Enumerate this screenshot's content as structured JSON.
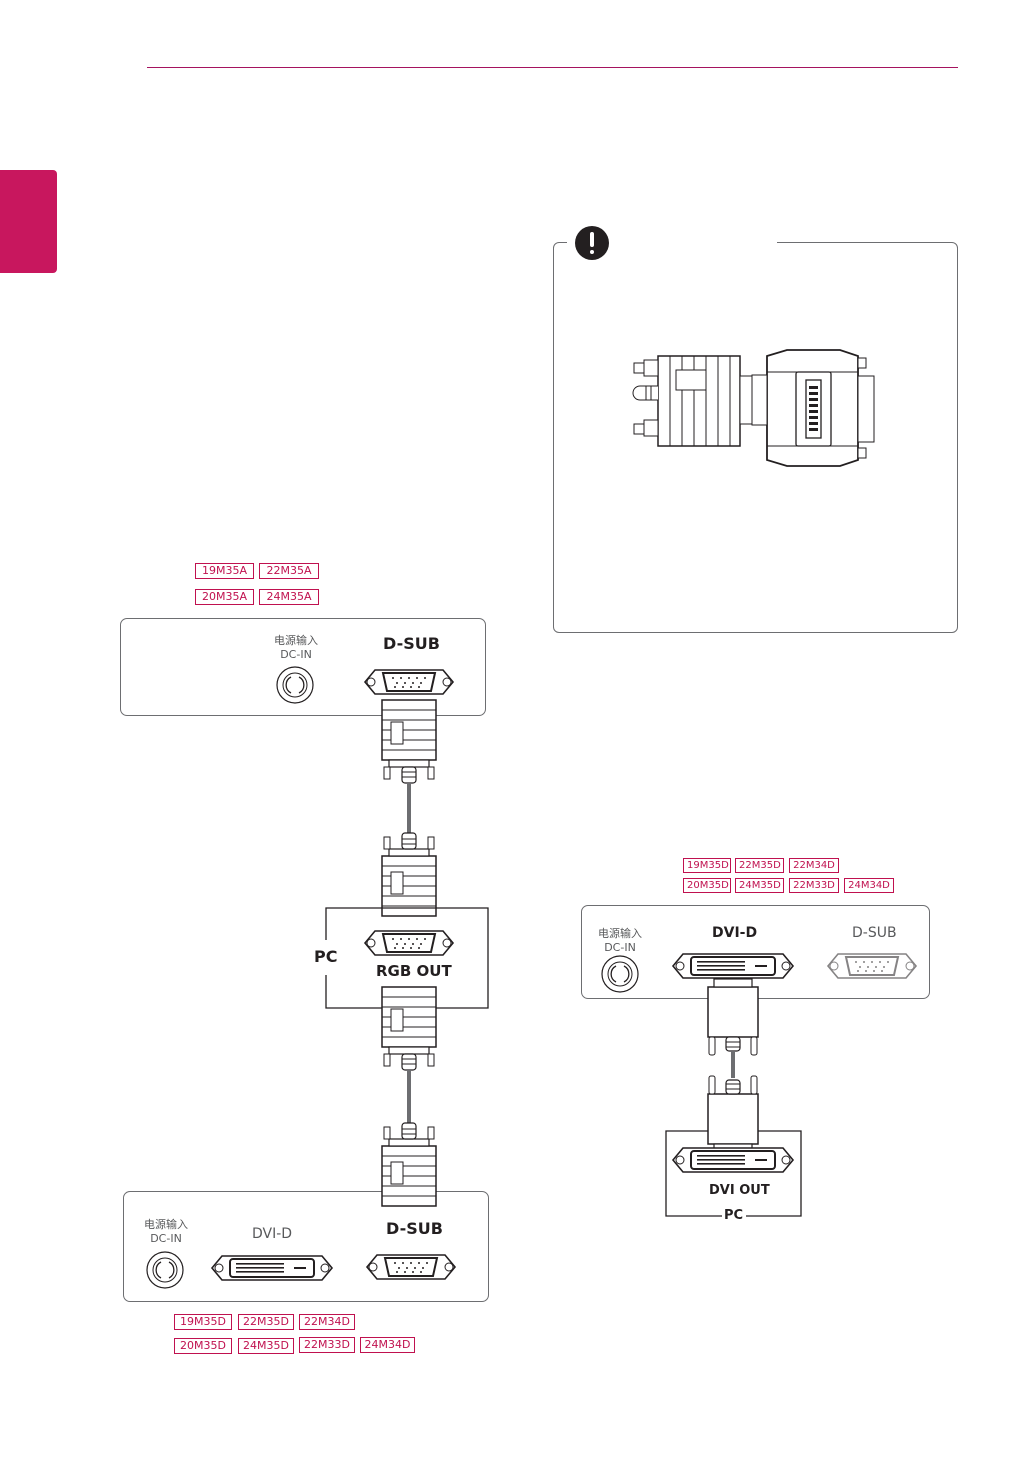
{
  "header": {
    "accent": "#a5135f"
  },
  "left_diagram": {
    "top_models": [
      "19M35A",
      "22M35A",
      "20M35A",
      "24M35A"
    ],
    "monitor_top": {
      "power_label_cn": "电源输入",
      "power_label_en": "DC-IN",
      "port_label": "D-SUB"
    },
    "pc": {
      "pc_label": "PC",
      "out_label": "RGB OUT"
    },
    "monitor_bottom": {
      "power_label_cn": "电源输入",
      "power_label_en": "DC-IN",
      "dvi_label": "DVI-D",
      "dsub_label": "D-SUB"
    },
    "bottom_models": [
      "19M35D",
      "22M35D",
      "22M34D",
      "20M35D",
      "24M35D",
      "22M33D",
      "24M34D"
    ]
  },
  "right_diagram": {
    "models": [
      "19M35D",
      "22M35D",
      "22M34D",
      "20M35D",
      "24M35D",
      "22M33D",
      "24M34D"
    ],
    "monitor": {
      "power_label_cn": "电源输入",
      "power_label_en": "DC-IN",
      "dvi_label": "DVI-D",
      "dsub_label": "D-SUB"
    },
    "pc": {
      "out_label": "DVI OUT",
      "pc_label": "PC"
    }
  },
  "note": {
    "icon": "exclamation-icon",
    "illustration": "dvi-to-dsub-adapter"
  },
  "colors": {
    "brand": "#c8175e",
    "tag": "#c0114f",
    "line": "#6d6e71",
    "ink": "#231f20"
  }
}
